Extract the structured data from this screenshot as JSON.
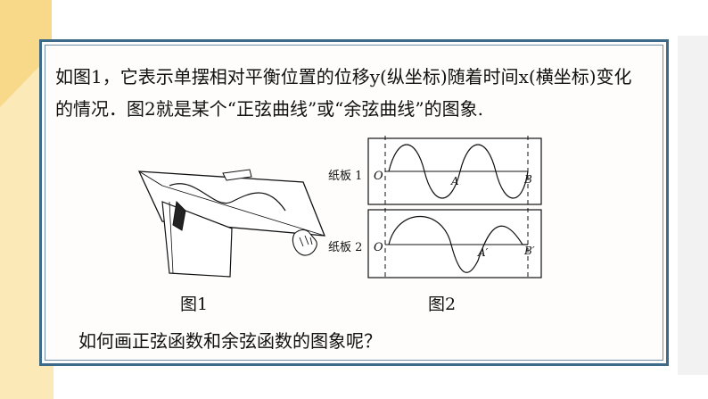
{
  "paragraph": "如图1，它表示单摆相对平衡位置的位移y(纵坐标)随着时间x(横坐标)变化的情况．图2就是某个“正弦曲线”或“余弦曲线”的图象.",
  "figure1": {
    "caption": "图1"
  },
  "figure2": {
    "caption": "图2",
    "board1": {
      "label": "纸板 1",
      "origin": "O",
      "point_a": "A",
      "point_b": "B"
    },
    "board2": {
      "label": "纸板 2",
      "origin": "O",
      "point_a": "A′",
      "point_b": "B′"
    }
  },
  "question": "如何画正弦函数和余弦函数的图象呢？",
  "colors": {
    "accent_yellow": "#f8d98a",
    "accent_light": "#fbe9b8",
    "frame_border": "#3e6a8a"
  }
}
